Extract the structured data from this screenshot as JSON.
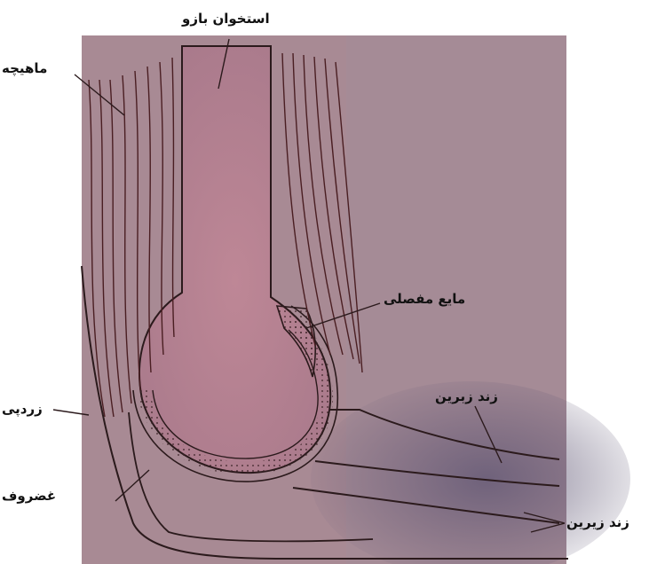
{
  "labels": {
    "humerus": "استخوان بازو",
    "muscle": "ماهیچه",
    "synovial_fluid": "مایع مفصلی",
    "tendon": "زردپی",
    "ulna_upper": "زند زبرین",
    "cartilage": "غضروف",
    "ulna_lower": "زند زیرین"
  },
  "colors": {
    "background": "#ffffff",
    "photo_base": "#a88a94",
    "bone_fill": "#b57f8f",
    "outline": "#2b1a1c",
    "muscle_line": "#4a1e22",
    "forearm_shadow": "#6b5f7a",
    "label_text": "#111111"
  }
}
